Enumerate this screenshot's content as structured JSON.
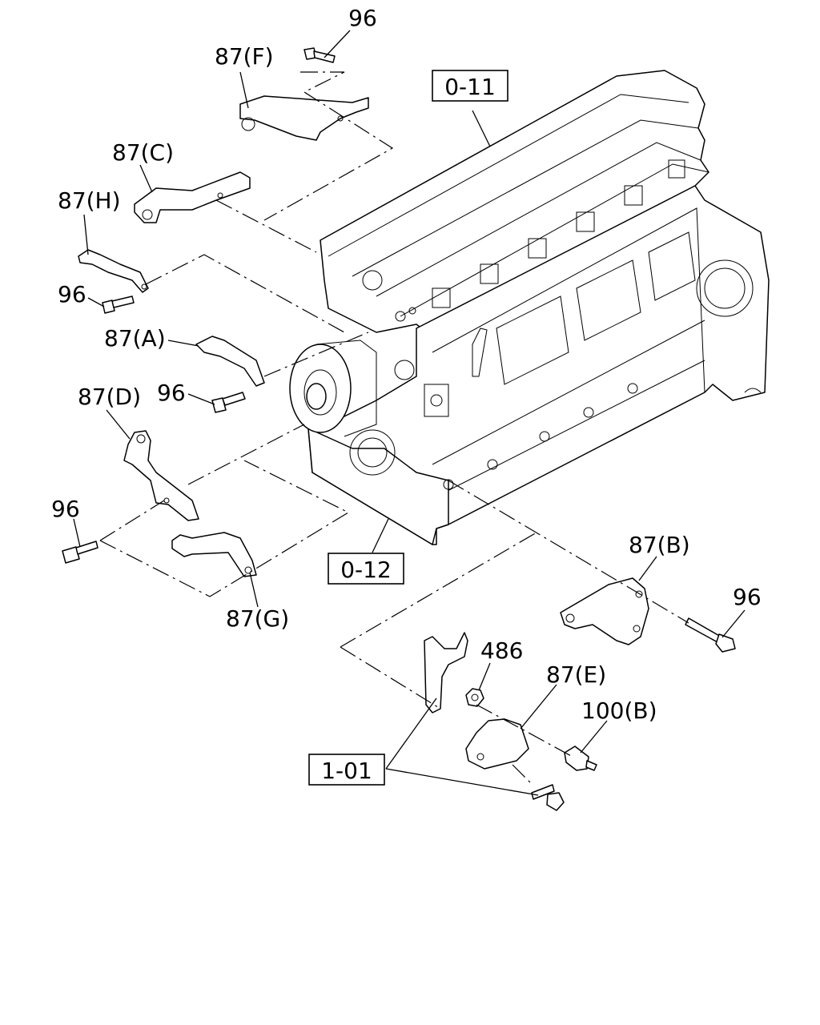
{
  "references": {
    "cylinder_head": "0-11",
    "cylinder_block": "0-12",
    "engine_mounting": "1-01"
  },
  "callouts": {
    "bolt_top": "96",
    "bracket_f": "87(F)",
    "bracket_c": "87(C)",
    "bracket_h": "87(H)",
    "bolt_h": "96",
    "bracket_a": "87(A)",
    "bolt_a": "96",
    "bracket_d": "87(D)",
    "bolt_d": "96",
    "bracket_g": "87(G)",
    "bracket_b": "87(B)",
    "bolt_b": "96",
    "nut": "486",
    "bracket_e": "87(E)",
    "sensor": "100(B)"
  }
}
